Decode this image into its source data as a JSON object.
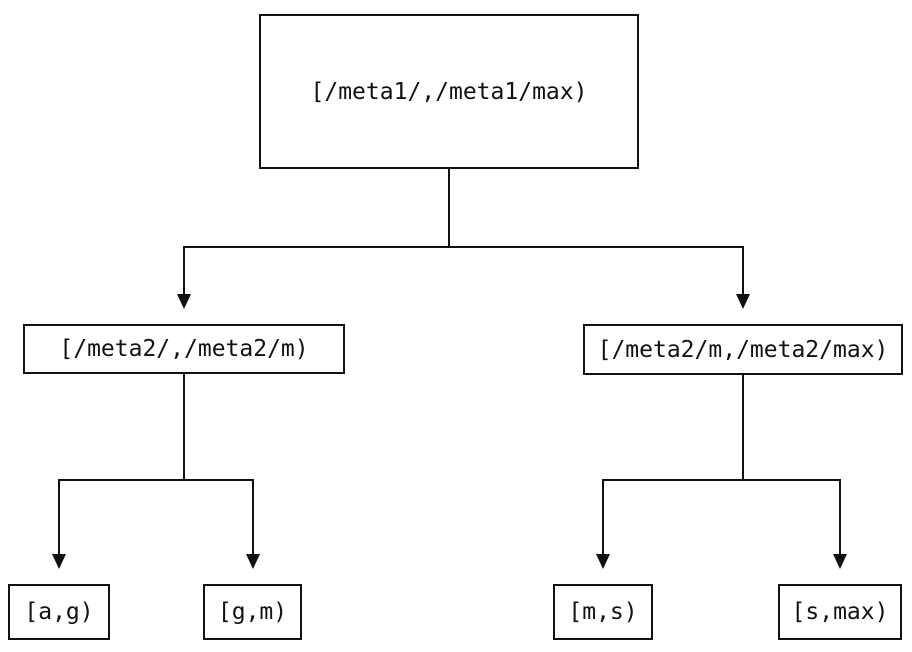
{
  "diagram": {
    "type": "binary-tree",
    "colors": {
      "background": "#ffffff",
      "line": "#111111",
      "text": "#111111"
    },
    "nodes": {
      "root": {
        "label": "[/meta1/,/meta1/max)"
      },
      "left": {
        "label": "[/meta2/,/meta2/m)"
      },
      "right": {
        "label": "[/meta2/m,/meta2/max)"
      },
      "left_left": {
        "label": "[a,g)"
      },
      "left_right": {
        "label": "[g,m)"
      },
      "right_left": {
        "label": "[m,s)"
      },
      "right_right": {
        "label": "[s,max)"
      }
    },
    "edges": [
      {
        "from": "root",
        "to": "left"
      },
      {
        "from": "root",
        "to": "right"
      },
      {
        "from": "left",
        "to": "left_left"
      },
      {
        "from": "left",
        "to": "left_right"
      },
      {
        "from": "right",
        "to": "right_left"
      },
      {
        "from": "right",
        "to": "right_right"
      }
    ]
  }
}
